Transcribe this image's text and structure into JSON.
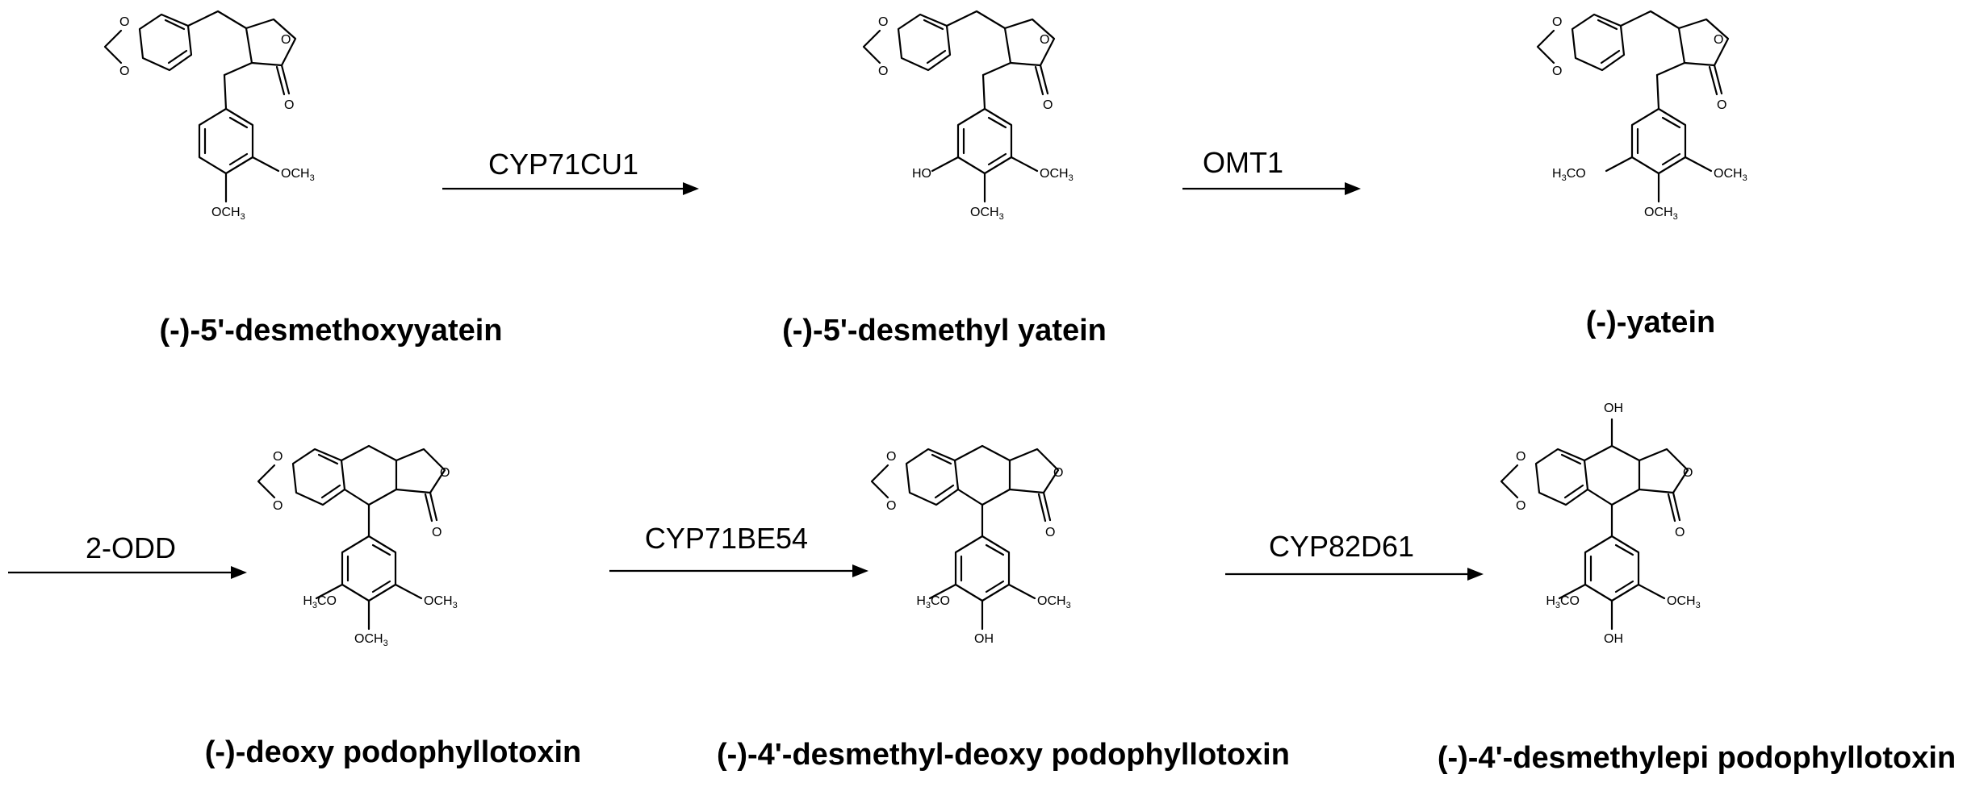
{
  "compounds": [
    {
      "name": "(-)-5'-desmethoxyyatein"
    },
    {
      "name": "(-)-5'-desmethyl  yatein"
    },
    {
      "name": "(-)-yatein"
    },
    {
      "name": "(-)-deoxy  podophyllotoxin"
    },
    {
      "name": "(-)-4'-desmethyl-deoxy  podophyllotoxin"
    },
    {
      "name": "(-)-4'-desmethylepi podophyllotoxin"
    }
  ],
  "enzymes": [
    "CYP71CU1",
    "OMT1",
    "2-ODD",
    "CYP71BE54",
    "CYP82D61"
  ],
  "atom_labels": {
    "O": "O",
    "OH": "OH",
    "HO": "HO",
    "OCH": "OCH",
    "H": "H",
    "CO": "CO",
    "sub3": "3"
  },
  "colors": {
    "ink": "#000000",
    "background": "#ffffff"
  }
}
